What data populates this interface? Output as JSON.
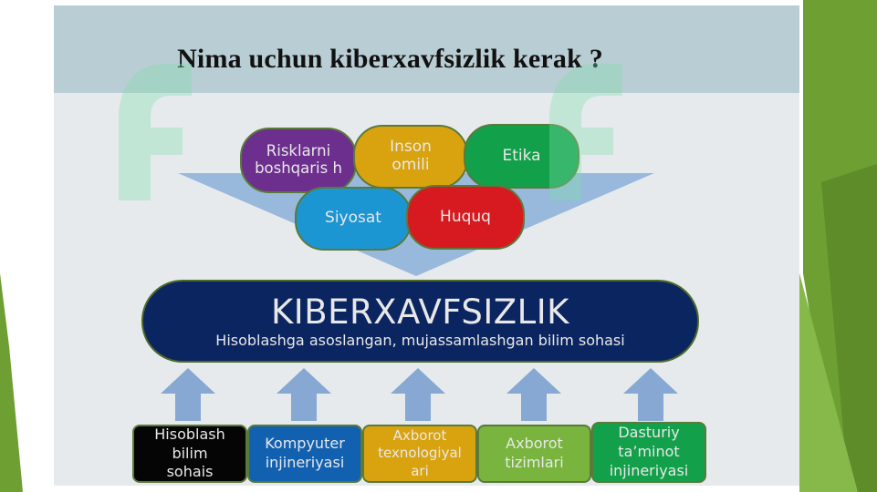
{
  "title": "Nima uchun kiberxavfsizlik kerak ?",
  "top_nodes": [
    {
      "label": "Risklarni boshqaris h",
      "color": "#6d2f8e"
    },
    {
      "label": "Inson omili",
      "color": "#d8a30e"
    },
    {
      "label": "Etika",
      "color": "#13a04a"
    },
    {
      "label": "Siyosat",
      "color": "#1c96d2"
    },
    {
      "label": "Huquq",
      "color": "#d61a1f"
    }
  ],
  "center": {
    "title": "KIBERXAVFSIZLIK",
    "subtitle": "Hisoblashga asoslangan, mujassamlashgan bilim sohasi",
    "color": "#0b2560"
  },
  "bottom_nodes": [
    {
      "label": "Hisoblash bilim sohais",
      "color": "#050505"
    },
    {
      "label": "Kompyuter injineriyasi",
      "color": "#1261b0"
    },
    {
      "label": "Axborot texnologiyal ari",
      "color": "#d8a30e"
    },
    {
      "label": "Axborot tizimlari",
      "color": "#78b43e"
    },
    {
      "label": "Dasturiy ta’minot injineriyasi",
      "color": "#13a04a"
    }
  ],
  "colors": {
    "title_bar": "#b9cdd4",
    "funnel": "#8fb3d9",
    "arrow": "#86a8d2",
    "slide_bg": "#e6eaed",
    "deco_green": "#78a83a"
  }
}
